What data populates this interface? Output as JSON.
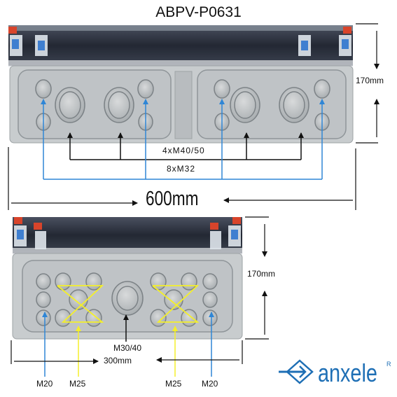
{
  "title": "ABPV-P0631",
  "dimensions": {
    "height_top": "170mm",
    "height_bottom": "170mm",
    "width_top": "600mm",
    "width_bottom": "300mm"
  },
  "gland_labels": {
    "top_large": "4xM40/50",
    "top_small": "8xM32",
    "bottom_center": "M30/40"
  },
  "bottom_labels": [
    "M20",
    "M25",
    "M25",
    "M20"
  ],
  "brand": {
    "name": "anxele",
    "registered": "R"
  },
  "colors": {
    "callout_blue": "#2f86d6",
    "callout_yellow": "#f4ef2a",
    "callout_black": "#111111",
    "brand_blue": "#1e6fb5",
    "enclosure_grey": "#c8ccce",
    "lid_dark": "#2d3340"
  }
}
